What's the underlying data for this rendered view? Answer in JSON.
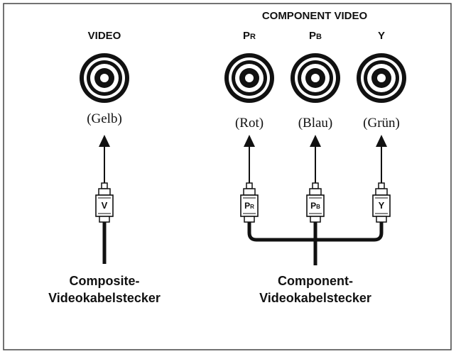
{
  "diagram": {
    "composite": {
      "jack_label": "VIDEO",
      "jack_color": "(Gelb)",
      "plug_label": "V",
      "caption_line1": "Composite-",
      "caption_line2": "Videokabelstecker"
    },
    "component": {
      "group_label": "COMPONENT VIDEO",
      "jacks": [
        {
          "label_main": "P",
          "label_sub": "R",
          "color": "(Rot)",
          "plug_main": "P",
          "plug_sub": "R"
        },
        {
          "label_main": "P",
          "label_sub": "B",
          "color": "(Blau)",
          "plug_main": "P",
          "plug_sub": "B"
        },
        {
          "label_main": "Y",
          "label_sub": "",
          "color": "(Grün)",
          "plug_main": "Y",
          "plug_sub": ""
        }
      ],
      "caption_line1": "Component-",
      "caption_line2": "Videokabelstecker"
    }
  }
}
